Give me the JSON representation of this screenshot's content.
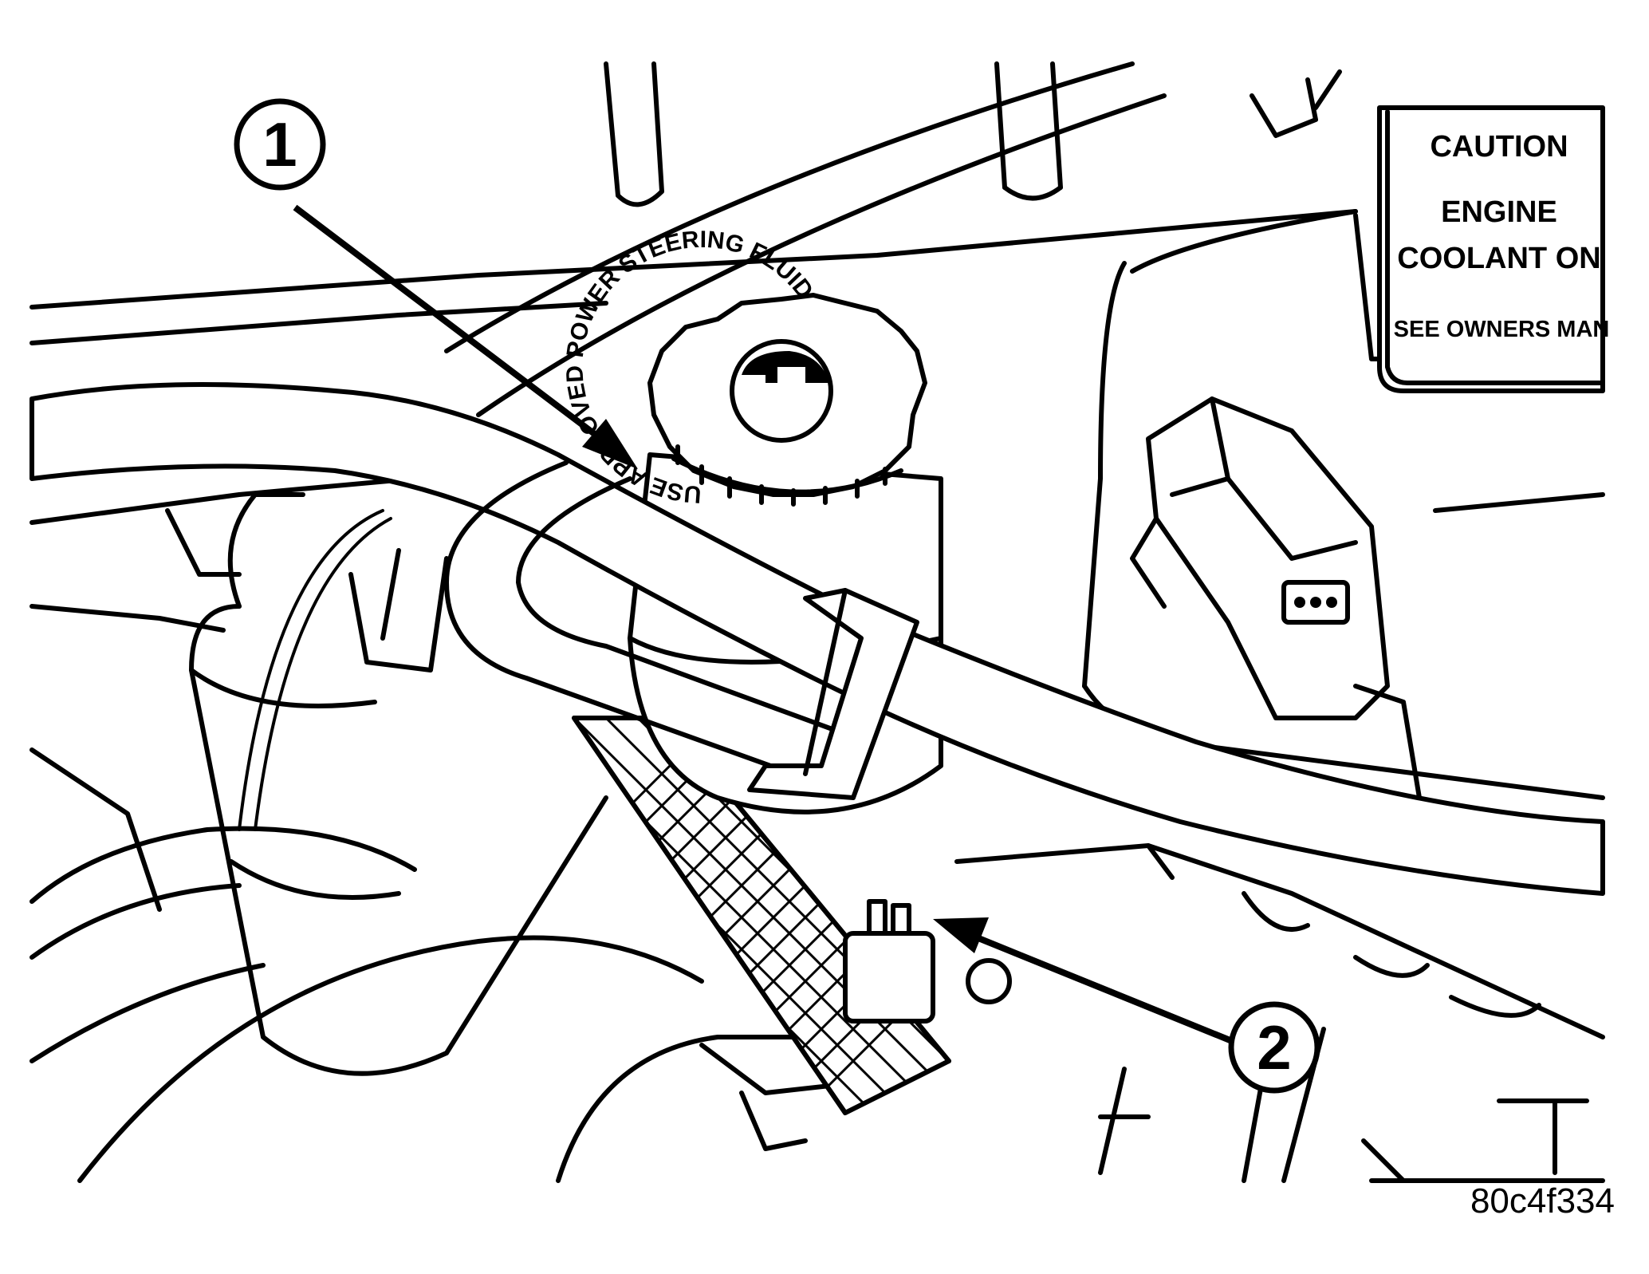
{
  "callouts": [
    {
      "number": "1"
    },
    {
      "number": "2"
    }
  ],
  "caution_label": {
    "line1": "CAUTION",
    "line2": "ENGINE",
    "line3": "COOLANT ON",
    "line4": "SEE OWNERS MAN"
  },
  "reservoir_cap": {
    "text": "USE APPROVED POWER STEERING FLUID"
  },
  "figure_id": "80c4f334"
}
